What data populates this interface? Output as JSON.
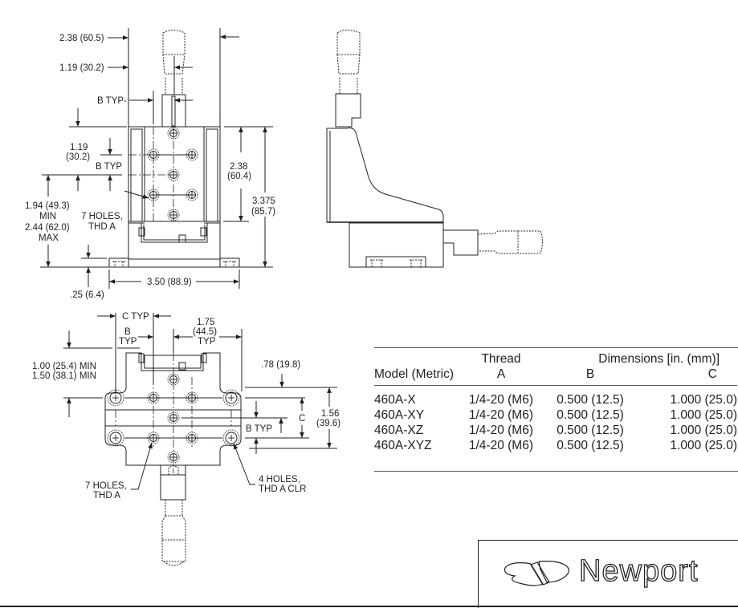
{
  "front_view": {
    "dim_width_full": "2.38 (60.5)",
    "dim_half": "1.19 (30.2)",
    "dim_b_typ_top": "B TYP-",
    "dim_119_line1": "1.19",
    "dim_119_line2": "(30.2)",
    "dim_b_typ": "B TYP",
    "dim_238_line1": "2.38",
    "dim_238_line2": "(60.4)",
    "dim_3375_line1": "3.375",
    "dim_3375_line2": "(85.7)",
    "dim_height_line1": "1.94 (49.3)",
    "dim_height_line2": "MIN",
    "dim_height_line3": "2.44 (62.0)",
    "dim_height_line4": "MAX",
    "holes_line1": "7 HOLES,",
    "holes_line2": "THD A",
    "dim_base_width": "3.50 (88.9)",
    "dim_base_thk": ".25 (6.4)"
  },
  "top_view": {
    "c_typ": "C TYP",
    "b_typ_line1": "B",
    "b_typ_line2": "TYP",
    "dim_175_line1": "1.75",
    "dim_175_line2": "(44.5)",
    "dim_175_line3": "TYP",
    "dim_min_line1": "1.00 (25.4) MIN",
    "dim_min_line2": "1.50 (38.1) MIN",
    "dim_078": ".78 (19.8)",
    "dim_c": "C",
    "dim_156_line1": "1.56",
    "dim_156_line2": "(39.6)",
    "b_typ_right": "B TYP",
    "holes7_line1": "7 HOLES,",
    "holes7_line2": "THD A",
    "holes4_line1": "4 HOLES,",
    "holes4_line2": "THD A CLR"
  },
  "spec_table": {
    "header_group_thread": "Thread",
    "header_group_dims": "Dimensions [in. (mm)]",
    "columns": [
      "Model (Metric)",
      "A",
      "B",
      "C"
    ],
    "rows": [
      [
        "460A-X",
        "1/4-20 (M6)",
        "0.500 (12.5)",
        "1.000 (25.0)"
      ],
      [
        "460A-XY",
        "1/4-20 (M6)",
        "0.500 (12.5)",
        "1.000 (25.0)"
      ],
      [
        "460A-XZ",
        "1/4-20 (M6)",
        "0.500 (12.5)",
        "1.000 (25.0)"
      ],
      [
        "460A-XYZ",
        "1/4-20 (M6)",
        "0.500 (12.5)",
        "1.000 (25.0)"
      ]
    ]
  },
  "brand": {
    "name": "Newport",
    "logo_icon": "newport-swoosh-icon"
  }
}
